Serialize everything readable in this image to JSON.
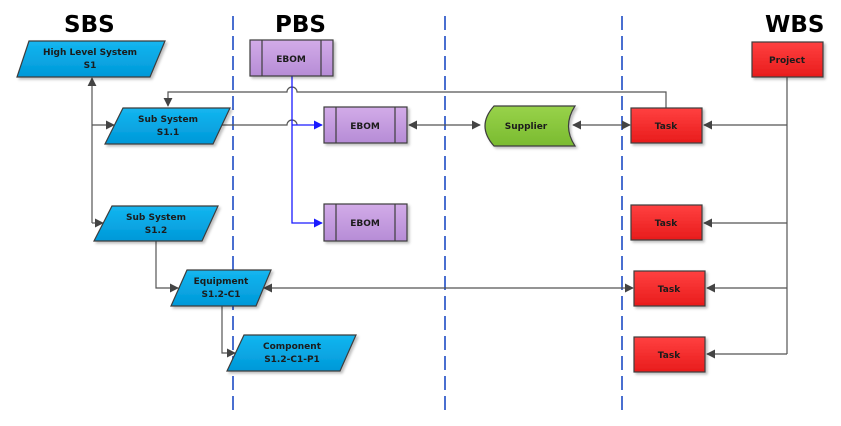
{
  "headings": {
    "sbs": "SBS",
    "pbs": "PBS",
    "wbs": "WBS"
  },
  "colors": {
    "system_fill": "#00a8e6",
    "ebom_fill": "#c49be0",
    "supplier_fill": "#8ac83c",
    "task_fill": "#f0282a",
    "lane_divider": "#4a6fd0",
    "connector": "#555555",
    "pbs_link": "#1a1aff"
  },
  "sbs": {
    "high_level_system": {
      "line1": "High Level System",
      "line2": "S1"
    },
    "sub_system_1": {
      "line1": "Sub System",
      "line2": "S1.1"
    },
    "sub_system_2": {
      "line1": "Sub System",
      "line2": "S1.2"
    },
    "equipment": {
      "line1": "Equipment",
      "line2": "S1.2-C1"
    },
    "component": {
      "line1": "Component",
      "line2": "S1.2-C1-P1"
    }
  },
  "pbs": {
    "ebom_top": "EBOM",
    "ebom_mid": "EBOM",
    "ebom_low": "EBOM"
  },
  "supplier": {
    "label": "Supplier"
  },
  "wbs": {
    "project": "Project",
    "tasks": [
      "Task",
      "Task",
      "Task",
      "Task"
    ]
  }
}
